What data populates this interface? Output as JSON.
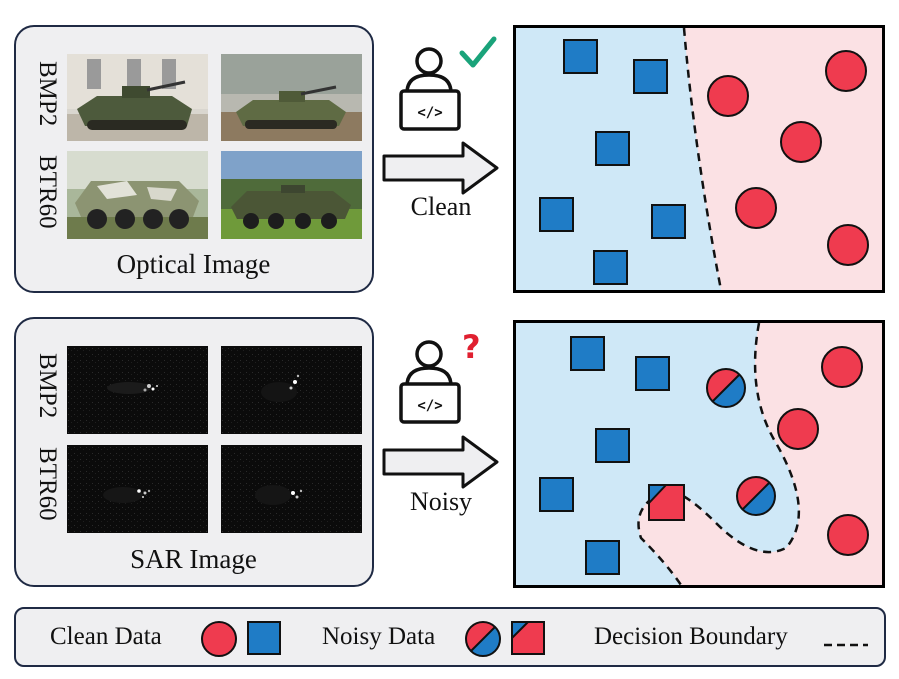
{
  "top_panel": {
    "row_labels": [
      "BMP2",
      "BTR60"
    ],
    "caption": "Optical Image",
    "arrow_label": "Clean",
    "status_icon": "check-icon",
    "status_color": "#1aa37a"
  },
  "bottom_panel": {
    "row_labels": [
      "BMP2",
      "BTR60"
    ],
    "caption": "SAR Image",
    "arrow_label": "Noisy",
    "status_icon": "question-icon",
    "status_glyph": "?",
    "status_color": "#e02030"
  },
  "legend": {
    "clean_label": "Clean Data",
    "noisy_label": "Noisy Data",
    "boundary_label": "Decision Boundary"
  },
  "colors": {
    "blue_region": "#cfe8f7",
    "red_region": "#fbe1e4",
    "blue_marker": "#1f7cc6",
    "red_marker": "#ef3b4f",
    "panel_bg": "#efeff1",
    "panel_border": "#1f2a44"
  }
}
